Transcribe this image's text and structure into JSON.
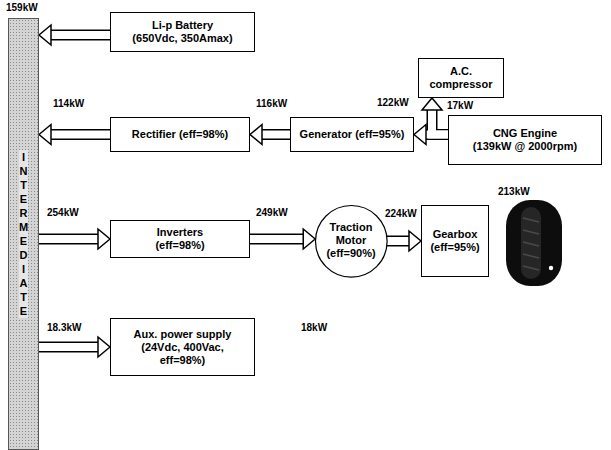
{
  "diagram": {
    "nodes": [
      {
        "text": [
          "INTERMEDIATE"
        ]
      },
      {
        "text": [
          "Li-p Battery",
          "(650Vdc, 350Amax)"
        ]
      },
      {
        "text": [
          "A.C. compressor"
        ]
      },
      {
        "text": [
          "Rectifier (eff=98%)"
        ]
      },
      {
        "text": [
          "Generator (eff=95%)"
        ]
      },
      {
        "text": [
          "CNG Engine",
          "(139kW @ 2000rpm)"
        ]
      },
      {
        "text": [
          "Inverters",
          "(eff=98%)"
        ]
      },
      {
        "text": [
          "Traction Motor",
          "(eff=90%)"
        ]
      },
      {
        "text": [
          "Gearbox",
          "(eff=95%)"
        ]
      },
      {
        "text": [
          "Aux. power supply",
          "(24Vdc, 400Vac, eff=98%)"
        ]
      }
    ],
    "edges": [
      {
        "from": 1,
        "to": 0,
        "arrow": "to"
      },
      {
        "from": 5,
        "to": 2,
        "arrow": "to"
      },
      {
        "from": 5,
        "to": 4,
        "arrow": "to"
      },
      {
        "from": 4,
        "to": 3,
        "arrow": "to"
      },
      {
        "from": 3,
        "to": 0,
        "arrow": "to"
      },
      {
        "from": 0,
        "to": 6,
        "arrow": "to"
      },
      {
        "from": 6,
        "to": 7,
        "arrow": "to"
      },
      {
        "from": 7,
        "to": 8,
        "arrow": "to"
      },
      {
        "from": 0,
        "to": 9,
        "arrow": "to"
      }
    ],
    "labels": [
      "159kW",
      "122kW",
      "17kW",
      "114kW",
      "116kW",
      "213kW",
      "254kW",
      "249kW",
      "224kW",
      "18.3kW",
      "18kW"
    ]
  }
}
